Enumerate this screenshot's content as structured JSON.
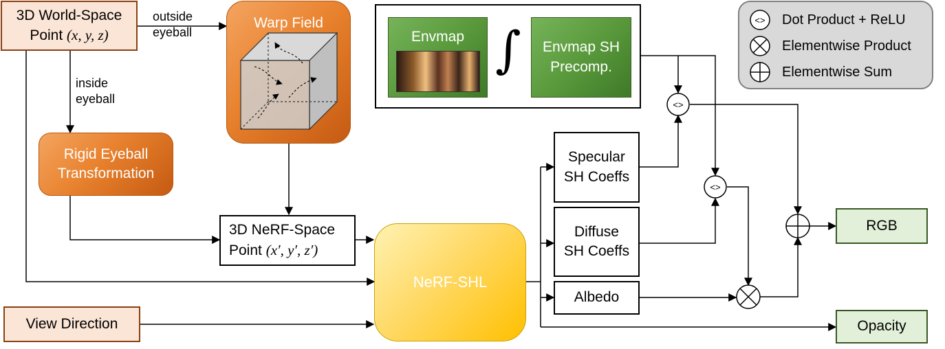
{
  "nodes": {
    "world_point": {
      "line1": "3D World-Space",
      "line2_prefix": "Point ",
      "line2_math": "(x, y, z)"
    },
    "warp_field": "Warp Field",
    "rigid_eyeball": {
      "line1": "Rigid Eyeball",
      "line2": "Transformation"
    },
    "nerf_point": {
      "line1": "3D NeRF-Space",
      "line2_prefix": "Point ",
      "line2_math": "(x′, y′, z′)"
    },
    "nerf_shl": "NeRF-SHL",
    "view_direction": "View Direction",
    "envmap": "Envmap",
    "integral": "∫",
    "envmap_sh": {
      "line1": "Envmap SH",
      "line2": "Precomp."
    },
    "specular": {
      "line1": "Specular",
      "line2": "SH Coeffs"
    },
    "diffuse": {
      "line1": "Diffuse",
      "line2": "SH Coeffs"
    },
    "albedo": "Albedo",
    "rgb": "RGB",
    "opacity": "Opacity"
  },
  "edge_labels": {
    "outside": {
      "line1": "outside",
      "line2": "eyeball"
    },
    "inside": {
      "line1": "inside",
      "line2": "eyeball"
    }
  },
  "legend": {
    "dot": "Dot Product + ReLU",
    "prod": "Elementwise Product",
    "sum": "Elementwise Sum"
  },
  "colors": {
    "peach_fill": "#fbe5d6",
    "green_output_fill": "#e2f0d9",
    "orange_accent": "#e8822e",
    "yellow_accent": "#ffc000",
    "envmap_green": "#5a9a3c",
    "legend_gray": "#d9d9d9"
  }
}
